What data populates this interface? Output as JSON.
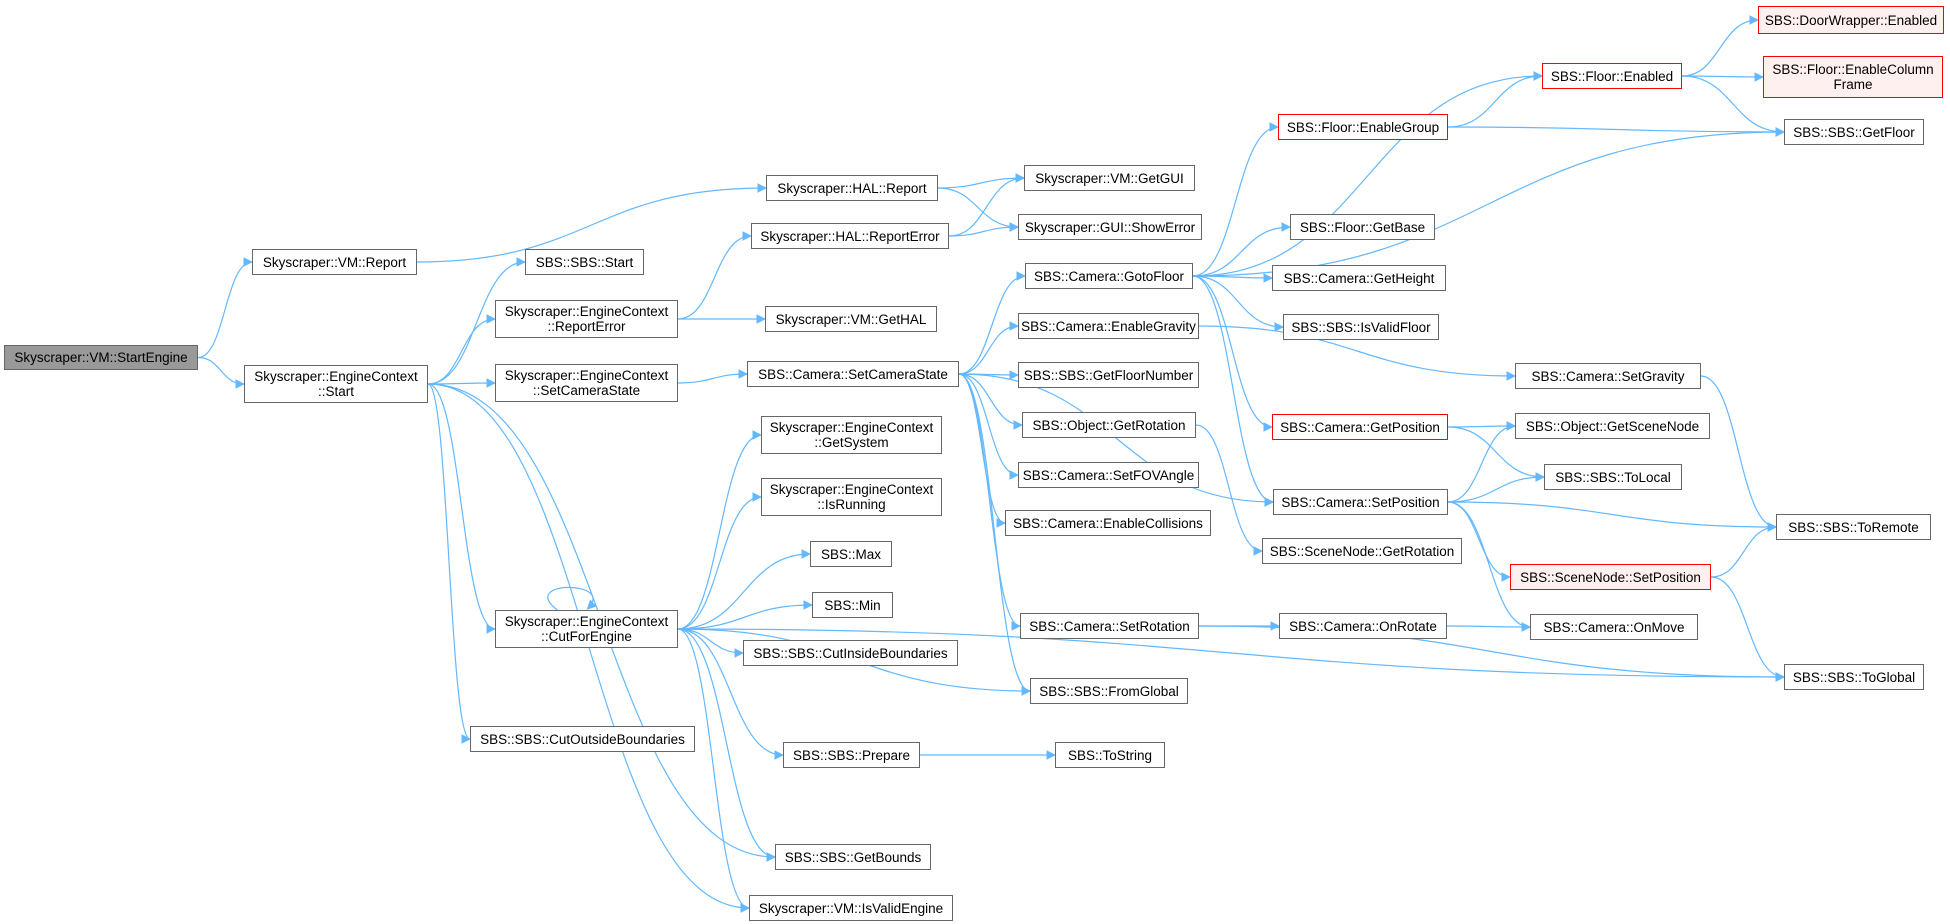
{
  "graph": {
    "edge_color": "#63b8ff",
    "nodes": [
      {
        "id": "StartEngine",
        "label": "Skyscraper::VM::StartEngine",
        "style": "root"
      },
      {
        "id": "VMReport",
        "label": "Skyscraper::VM::Report"
      },
      {
        "id": "ECStart",
        "label": "Skyscraper::EngineContext\n::Start"
      },
      {
        "id": "HALReport",
        "label": "Skyscraper::HAL::Report"
      },
      {
        "id": "HALReportError",
        "label": "Skyscraper::HAL::ReportError"
      },
      {
        "id": "VMGetGUI",
        "label": "Skyscraper::VM::GetGUI"
      },
      {
        "id": "GUIShowError",
        "label": "Skyscraper::GUI::ShowError"
      },
      {
        "id": "SBSStart",
        "label": "SBS::SBS::Start"
      },
      {
        "id": "ECReportError",
        "label": "Skyscraper::EngineContext\n::ReportError"
      },
      {
        "id": "VMGetHAL",
        "label": "Skyscraper::VM::GetHAL"
      },
      {
        "id": "ECSetCameraState",
        "label": "Skyscraper::EngineContext\n::SetCameraState"
      },
      {
        "id": "CamSetCameraState",
        "label": "SBS::Camera::SetCameraState"
      },
      {
        "id": "ECGetSystem",
        "label": "Skyscraper::EngineContext\n::GetSystem"
      },
      {
        "id": "ECIsRunning",
        "label": "Skyscraper::EngineContext\n::IsRunning"
      },
      {
        "id": "SBSMax",
        "label": "SBS::Max"
      },
      {
        "id": "SBSMin",
        "label": "SBS::Min"
      },
      {
        "id": "ECCutForEngine",
        "label": "Skyscraper::EngineContext\n::CutForEngine"
      },
      {
        "id": "CutInside",
        "label": "SBS::SBS::CutInsideBoundaries"
      },
      {
        "id": "CutOutside",
        "label": "SBS::SBS::CutOutsideBoundaries"
      },
      {
        "id": "Prepare",
        "label": "SBS::SBS::Prepare"
      },
      {
        "id": "ToString",
        "label": "SBS::ToString"
      },
      {
        "id": "GetBounds",
        "label": "SBS::SBS::GetBounds"
      },
      {
        "id": "IsValidEngine",
        "label": "Skyscraper::VM::IsValidEngine"
      },
      {
        "id": "GotoFloor",
        "label": "SBS::Camera::GotoFloor"
      },
      {
        "id": "EnableGravity",
        "label": "SBS::Camera::EnableGravity"
      },
      {
        "id": "GetFloorNumber",
        "label": "SBS::SBS::GetFloorNumber"
      },
      {
        "id": "ObjGetRotation",
        "label": "SBS::Object::GetRotation"
      },
      {
        "id": "SetFOVAngle",
        "label": "SBS::Camera::SetFOVAngle"
      },
      {
        "id": "EnableCollisions",
        "label": "SBS::Camera::EnableCollisions"
      },
      {
        "id": "CamSetRotation",
        "label": "SBS::Camera::SetRotation"
      },
      {
        "id": "FromGlobal",
        "label": "SBS::SBS::FromGlobal"
      },
      {
        "id": "FloorEnableGroup",
        "label": "SBS::Floor::EnableGroup",
        "style": "red"
      },
      {
        "id": "FloorGetBase",
        "label": "SBS::Floor::GetBase"
      },
      {
        "id": "CamGetHeight",
        "label": "SBS::Camera::GetHeight"
      },
      {
        "id": "IsValidFloor",
        "label": "SBS::SBS::IsValidFloor"
      },
      {
        "id": "CamGetPosition",
        "label": "SBS::Camera::GetPosition",
        "style": "red"
      },
      {
        "id": "CamSetPosition",
        "label": "SBS::Camera::SetPosition"
      },
      {
        "id": "SNGetRotation",
        "label": "SBS::SceneNode::GetRotation"
      },
      {
        "id": "CamOnRotate",
        "label": "SBS::Camera::OnRotate"
      },
      {
        "id": "FloorEnabled",
        "label": "SBS::Floor::Enabled",
        "style": "red"
      },
      {
        "id": "SetGravity",
        "label": "SBS::Camera::SetGravity"
      },
      {
        "id": "GetSceneNode",
        "label": "SBS::Object::GetSceneNode"
      },
      {
        "id": "ToLocal",
        "label": "SBS::SBS::ToLocal"
      },
      {
        "id": "SNSetPosition",
        "label": "SBS::SceneNode::SetPosition",
        "style": "red-fill"
      },
      {
        "id": "CamOnMove",
        "label": "SBS::Camera::OnMove"
      },
      {
        "id": "DoorWrapperEnabled",
        "label": "SBS::DoorWrapper::Enabled",
        "style": "red-fill"
      },
      {
        "id": "EnableColumnFrame",
        "label": "SBS::Floor::EnableColumn\nFrame",
        "style": "red-fill"
      },
      {
        "id": "GetFloor",
        "label": "SBS::SBS::GetFloor"
      },
      {
        "id": "ToRemote",
        "label": "SBS::SBS::ToRemote"
      },
      {
        "id": "ToGlobal",
        "label": "SBS::SBS::ToGlobal"
      }
    ],
    "edges": [
      [
        "StartEngine",
        "VMReport"
      ],
      [
        "StartEngine",
        "ECStart"
      ],
      [
        "VMReport",
        "HALReport"
      ],
      [
        "HALReport",
        "VMGetGUI"
      ],
      [
        "HALReport",
        "GUIShowError"
      ],
      [
        "HALReportError",
        "VMGetGUI"
      ],
      [
        "HALReportError",
        "GUIShowError"
      ],
      [
        "ECStart",
        "SBSStart"
      ],
      [
        "ECStart",
        "ECReportError"
      ],
      [
        "ECStart",
        "ECSetCameraState"
      ],
      [
        "ECStart",
        "ECCutForEngine"
      ],
      [
        "ECStart",
        "CutOutside"
      ],
      [
        "ECStart",
        "IsValidEngine"
      ],
      [
        "ECStart",
        "GetBounds"
      ],
      [
        "ECReportError",
        "HALReportError"
      ],
      [
        "ECReportError",
        "VMGetHAL"
      ],
      [
        "ECSetCameraState",
        "CamSetCameraState"
      ],
      [
        "ECCutForEngine",
        "ECCutForEngine"
      ],
      [
        "ECCutForEngine",
        "ECGetSystem"
      ],
      [
        "ECCutForEngine",
        "ECIsRunning"
      ],
      [
        "ECCutForEngine",
        "SBSMax"
      ],
      [
        "ECCutForEngine",
        "SBSMin"
      ],
      [
        "ECCutForEngine",
        "CutInside"
      ],
      [
        "ECCutForEngine",
        "FromGlobal"
      ],
      [
        "ECCutForEngine",
        "Prepare"
      ],
      [
        "ECCutForEngine",
        "GetBounds"
      ],
      [
        "ECCutForEngine",
        "IsValidEngine"
      ],
      [
        "ECCutForEngine",
        "ToGlobal"
      ],
      [
        "Prepare",
        "ToString"
      ],
      [
        "CamSetCameraState",
        "GotoFloor"
      ],
      [
        "CamSetCameraState",
        "EnableGravity"
      ],
      [
        "CamSetCameraState",
        "GetFloorNumber"
      ],
      [
        "CamSetCameraState",
        "ObjGetRotation"
      ],
      [
        "CamSetCameraState",
        "SetFOVAngle"
      ],
      [
        "CamSetCameraState",
        "EnableCollisions"
      ],
      [
        "CamSetCameraState",
        "CamSetRotation"
      ],
      [
        "CamSetCameraState",
        "FromGlobal"
      ],
      [
        "CamSetCameraState",
        "CamSetPosition"
      ],
      [
        "GotoFloor",
        "FloorEnabled"
      ],
      [
        "GotoFloor",
        "FloorEnableGroup"
      ],
      [
        "GotoFloor",
        "GetFloor"
      ],
      [
        "GotoFloor",
        "FloorGetBase"
      ],
      [
        "GotoFloor",
        "CamGetHeight"
      ],
      [
        "GotoFloor",
        "IsValidFloor"
      ],
      [
        "GotoFloor",
        "CamGetPosition"
      ],
      [
        "GotoFloor",
        "CamSetPosition"
      ],
      [
        "EnableGravity",
        "SetGravity"
      ],
      [
        "ObjGetRotation",
        "SNGetRotation"
      ],
      [
        "CamSetRotation",
        "CamOnRotate"
      ],
      [
        "CamSetRotation",
        "ToGlobal"
      ],
      [
        "CamOnRotate",
        "CamOnMove"
      ],
      [
        "FloorEnableGroup",
        "FloorEnabled"
      ],
      [
        "FloorEnableGroup",
        "GetFloor"
      ],
      [
        "FloorEnabled",
        "DoorWrapperEnabled"
      ],
      [
        "FloorEnabled",
        "EnableColumnFrame"
      ],
      [
        "FloorEnabled",
        "GetFloor"
      ],
      [
        "CamGetPosition",
        "GetSceneNode"
      ],
      [
        "CamGetPosition",
        "ToLocal"
      ],
      [
        "CamSetPosition",
        "GetSceneNode"
      ],
      [
        "CamSetPosition",
        "ToLocal"
      ],
      [
        "CamSetPosition",
        "ToRemote"
      ],
      [
        "CamSetPosition",
        "SNSetPosition"
      ],
      [
        "CamSetPosition",
        "CamOnMove"
      ],
      [
        "SetGravity",
        "ToRemote"
      ],
      [
        "SNSetPosition",
        "ToRemote"
      ],
      [
        "SNSetPosition",
        "ToGlobal"
      ]
    ]
  }
}
